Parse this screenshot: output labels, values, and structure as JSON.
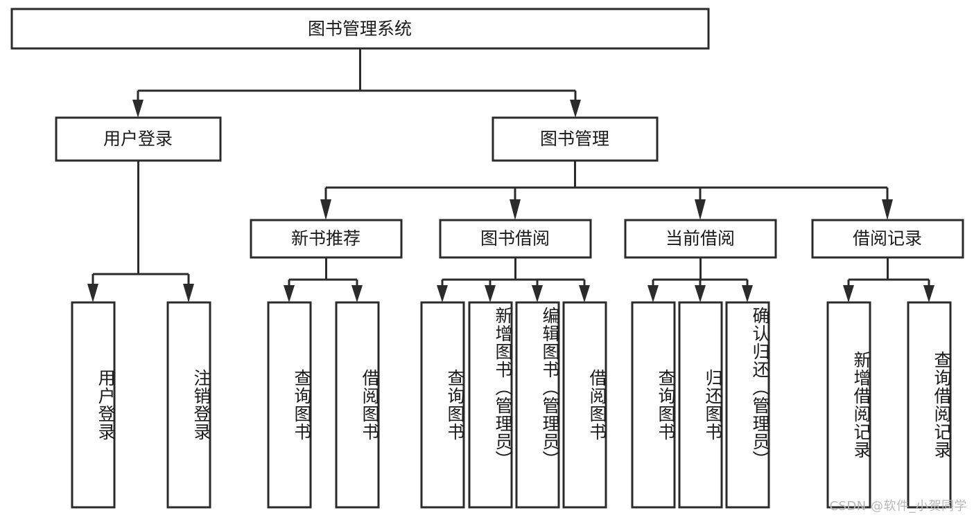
{
  "diagram": {
    "title": "图书管理系统",
    "type": "hierarchy-tree",
    "watermark": "CSDN @软件_小贺同学",
    "colors": {
      "stroke": "#2b2b2b",
      "fill": "#ffffff",
      "text": "#1a1a1a",
      "watermark": "#b8b8b8"
    },
    "levels": {
      "root": {
        "label": "图书管理系统"
      },
      "level2": [
        {
          "label": "用户登录"
        },
        {
          "label": "图书管理"
        }
      ],
      "level3": [
        {
          "label": "新书推荐"
        },
        {
          "label": "图书借阅"
        },
        {
          "label": "当前借阅"
        },
        {
          "label": "借阅记录"
        }
      ],
      "leaves": [
        {
          "label": "用户登录",
          "parent": "用户登录"
        },
        {
          "label": "注销登录",
          "parent": "用户登录"
        },
        {
          "label": "查询图书",
          "parent": "新书推荐"
        },
        {
          "label": "借阅图书",
          "parent": "新书推荐"
        },
        {
          "label": "查询图书",
          "parent": "图书借阅"
        },
        {
          "label": "新增图书（管理员）",
          "parent": "图书借阅"
        },
        {
          "label": "编辑图书（管理员）",
          "parent": "图书借阅"
        },
        {
          "label": "借阅图书",
          "parent": "图书借阅"
        },
        {
          "label": "查询图书",
          "parent": "当前借阅"
        },
        {
          "label": "归还图书",
          "parent": "当前借阅"
        },
        {
          "label": "确认归还（管理员）",
          "parent": "当前借阅"
        },
        {
          "label": "新增借阅记录",
          "parent": "借阅记录"
        },
        {
          "label": "查询借阅记录",
          "parent": "借阅记录"
        }
      ]
    }
  }
}
